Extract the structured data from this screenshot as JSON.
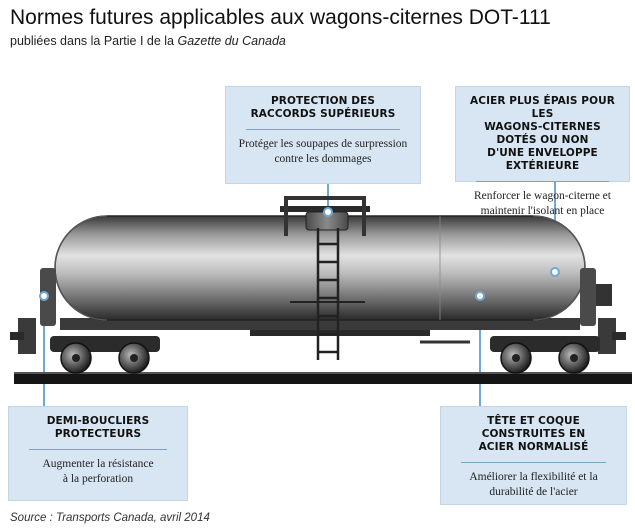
{
  "header": {
    "title": "Normes futures applicables aux wagons-citernes DOT-111",
    "subtitle_prefix": "publiées dans la Partie I de la ",
    "subtitle_italic": "Gazette du Canada"
  },
  "callouts": {
    "top": {
      "head_line1": "PROTECTION DES",
      "head_line2": "RACCORDS SUPÉRIEURS",
      "body_line1": "Protéger les soupapes de surpression",
      "body_line2": "contre les dommages"
    },
    "right": {
      "head_line1": "ACIER PLUS ÉPAIS POUR LES",
      "head_line2": "WAGONS-CITERNES DOTÉS OU NON",
      "head_line3": "D'UNE ENVELOPPE EXTÉRIEURE",
      "body_line1": "Renforcer le wagon-citerne et",
      "body_line2": "maintenir l'isolant en place"
    },
    "left": {
      "head_line1": "DEMI-BOUCLIERS PROTECTEURS",
      "body_line1": "Augmenter la résistance",
      "body_line2": "à la perforation"
    },
    "bottom": {
      "head_line1": "TÊTE ET COQUE CONSTRUITES EN",
      "head_line2": "ACIER NORMALISÉ",
      "body_line1": "Améliorer la flexibilité et la",
      "body_line2": "durabilité de l'acier"
    }
  },
  "footer": {
    "source": "Source : Transports Canada, avril 2014"
  },
  "colors": {
    "callout_bg": "#d7e6f2",
    "leader": "#6fa8d4",
    "tank_dark": "#2e2e2e",
    "tank_light": "#d9d9d9",
    "rail": "#111111"
  }
}
